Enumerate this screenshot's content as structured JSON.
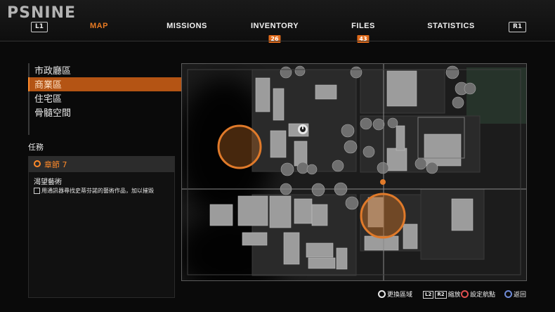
{
  "watermark": "PSNINE",
  "nav": {
    "left_button": "L1",
    "right_button": "R1",
    "tabs": [
      {
        "label": "MAP",
        "active": true
      },
      {
        "label": "MISSIONS",
        "active": false
      },
      {
        "label": "INVENTORY",
        "active": false,
        "badge": "26"
      },
      {
        "label": "FILES",
        "active": false,
        "badge": "43"
      },
      {
        "label": "STATISTICS",
        "active": false
      }
    ]
  },
  "areas": [
    {
      "label": "市政廳區",
      "selected": false
    },
    {
      "label": "商業區",
      "selected": true
    },
    {
      "label": "住宅區",
      "selected": false
    },
    {
      "label": "骨髓空間",
      "selected": false
    }
  ],
  "mission": {
    "header": "任務",
    "chapter": "章節 7",
    "name": "渴望藝術",
    "task": "用通訊器尋找史蒂芬諾的藝術作品，加以摧毀"
  },
  "controls": {
    "switch_area": "更換區域",
    "zoom_keys": [
      "L2",
      "R2"
    ],
    "zoom": "縮放",
    "set_waypoint": "設定航點",
    "back": "返回"
  },
  "colors": {
    "accent": "#e87a22",
    "selected_bg": "#b45414",
    "map_building": "#9a9a9a",
    "objective_circle": "#e07a2a"
  }
}
